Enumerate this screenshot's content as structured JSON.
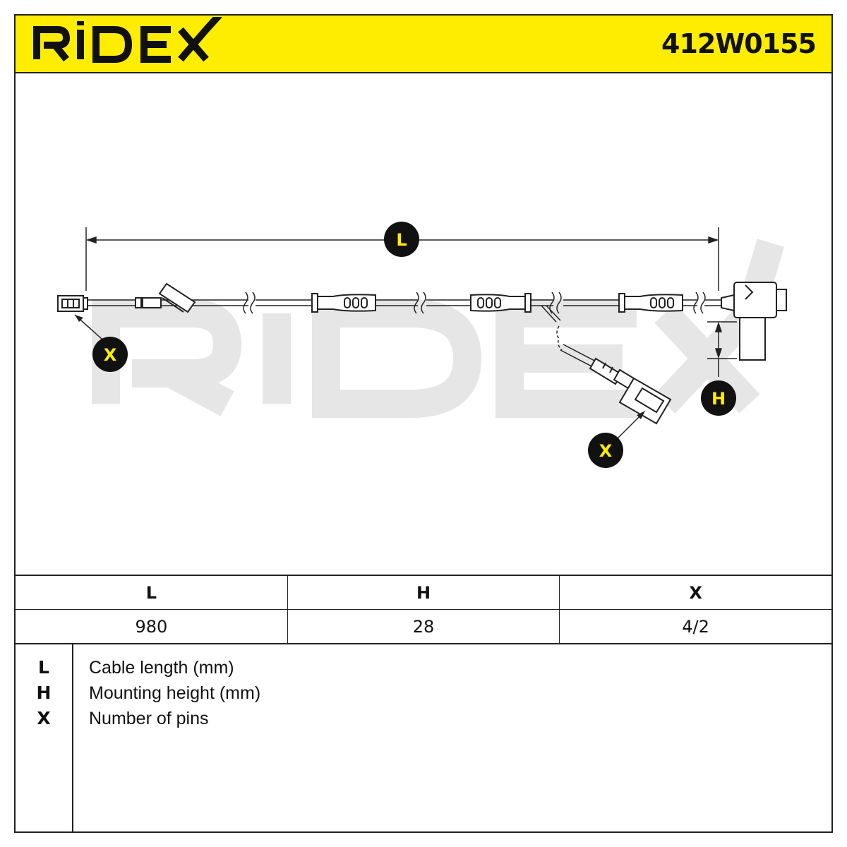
{
  "brand": "RIDEX",
  "part_number": "412W0155",
  "watermark": "RIDEX",
  "callouts": {
    "length": "L",
    "height": "H",
    "pins_left": "X",
    "pins_right": "X"
  },
  "spec_table": {
    "headers": [
      "L",
      "H",
      "X"
    ],
    "values": [
      "980",
      "28",
      "4/2"
    ]
  },
  "legend": [
    {
      "key": "L",
      "desc": "Cable length (mm)"
    },
    {
      "key": "H",
      "desc": "Mounting height (mm)"
    },
    {
      "key": "X",
      "desc": "Number of pins"
    }
  ],
  "colors": {
    "header_bg": "#ffed00",
    "line": "#222222",
    "watermark": "#e6e6e6"
  }
}
